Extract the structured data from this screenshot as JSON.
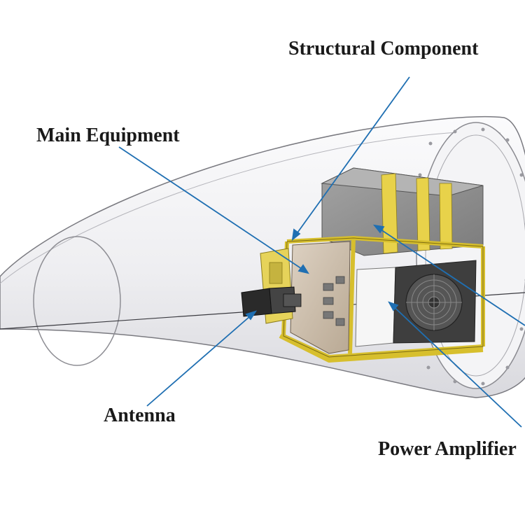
{
  "labels": {
    "structural": "Structural Component",
    "main": "Main Equipment",
    "antenna": "Antenna",
    "power": "Power Amplifier"
  },
  "colors": {
    "leader_line": "#1f6fb2",
    "frame_yellow": "#e8d24a",
    "shell_fill": "#f2f2f4",
    "shell_stroke": "#7a7a80",
    "box_gray": "#8d8d8d",
    "module_tan": "#cdbfae"
  }
}
